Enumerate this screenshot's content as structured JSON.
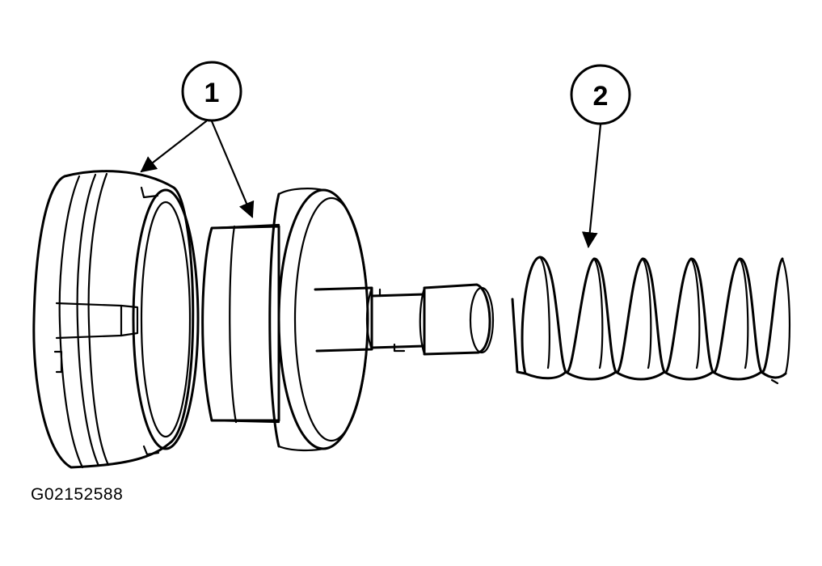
{
  "callouts": [
    {
      "number": "1"
    },
    {
      "number": "2"
    }
  ],
  "figure_id": "G02152588"
}
